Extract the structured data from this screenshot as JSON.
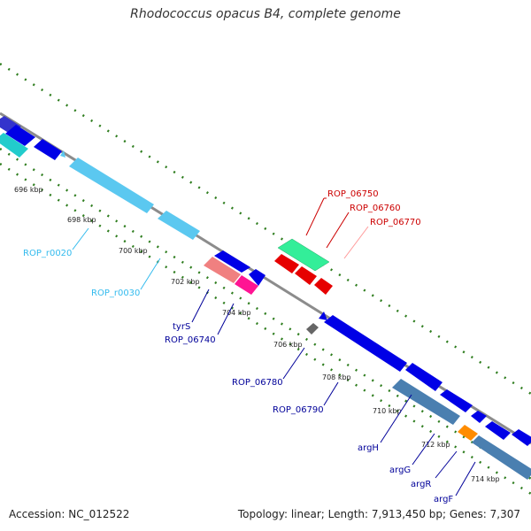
{
  "title": "Rhodococcus opacus B4, complete genome",
  "footer": {
    "accession": "Accession: NC_012522",
    "topology": "Topology: linear; Length: 7,913,450 bp; Genes: 7,307"
  },
  "scale_ticks": [
    "696 kbp",
    "698 kbp",
    "700 kbp",
    "702 kbp",
    "704 kbp",
    "706 kbp",
    "708 kbp",
    "710 kbp",
    "712 kbp",
    "714 kbp"
  ],
  "gene_labels": {
    "rop_06750": "ROP_06750",
    "rop_06760": "ROP_06760",
    "rop_06770": "ROP_06770",
    "rop_r0020": "ROP_r0020",
    "rop_r0030": "ROP_r0030",
    "tyrs": "tyrS",
    "rop_06740": "ROP_06740",
    "rop_06780": "ROP_06780",
    "rop_06790": "ROP_06790",
    "argh": "argH",
    "argg": "argG",
    "argr": "argR",
    "argf": "argF"
  },
  "colors": {
    "backbone": "#8c8c8c",
    "dots": "#2e7d1e",
    "cds": "#0000e6",
    "rrna": "#5bc8f0",
    "trna": "#ff1493",
    "red": "#e60000",
    "red_label": "#cc0000",
    "blue_label": "#000099",
    "cyan_label": "#33bbee",
    "teal": "#3399aa",
    "steel": "#4a7fb0",
    "orange": "#ff8c00",
    "green": "#33ee99",
    "salmon": "#f08080"
  }
}
